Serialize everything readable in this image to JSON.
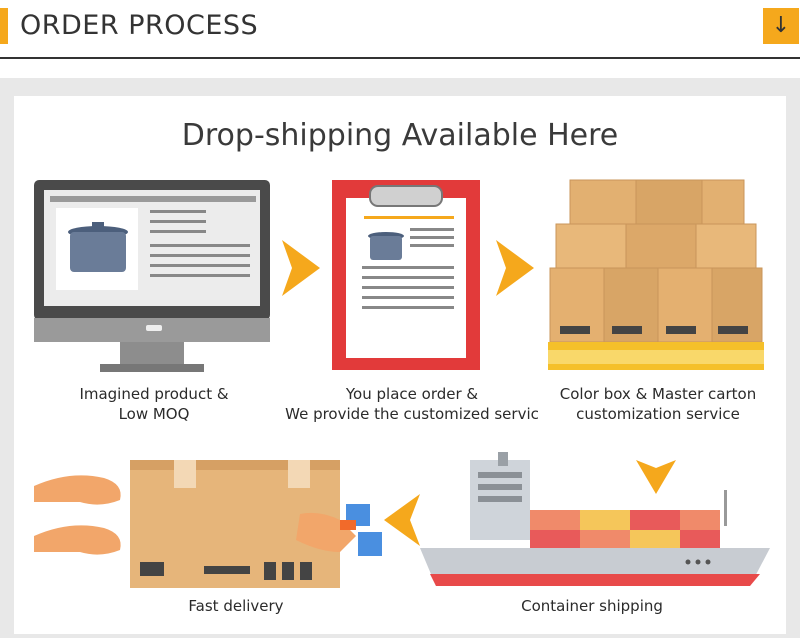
{
  "header": {
    "title": "ORDER PROCESS",
    "download_icon": "arrow-down-icon",
    "accent_color": "#f5a81c"
  },
  "heading": "Drop-shipping Available Here",
  "steps": [
    {
      "line1": "Imagined product &",
      "line2": "Low MOQ"
    },
    {
      "line1": "You place order &",
      "line2": "We provide the customized servic"
    },
    {
      "line1": "Color box & Master carton",
      "line2": "customization service"
    },
    {
      "line1": "Container shipping"
    },
    {
      "line1": "Fast delivery"
    }
  ]
}
